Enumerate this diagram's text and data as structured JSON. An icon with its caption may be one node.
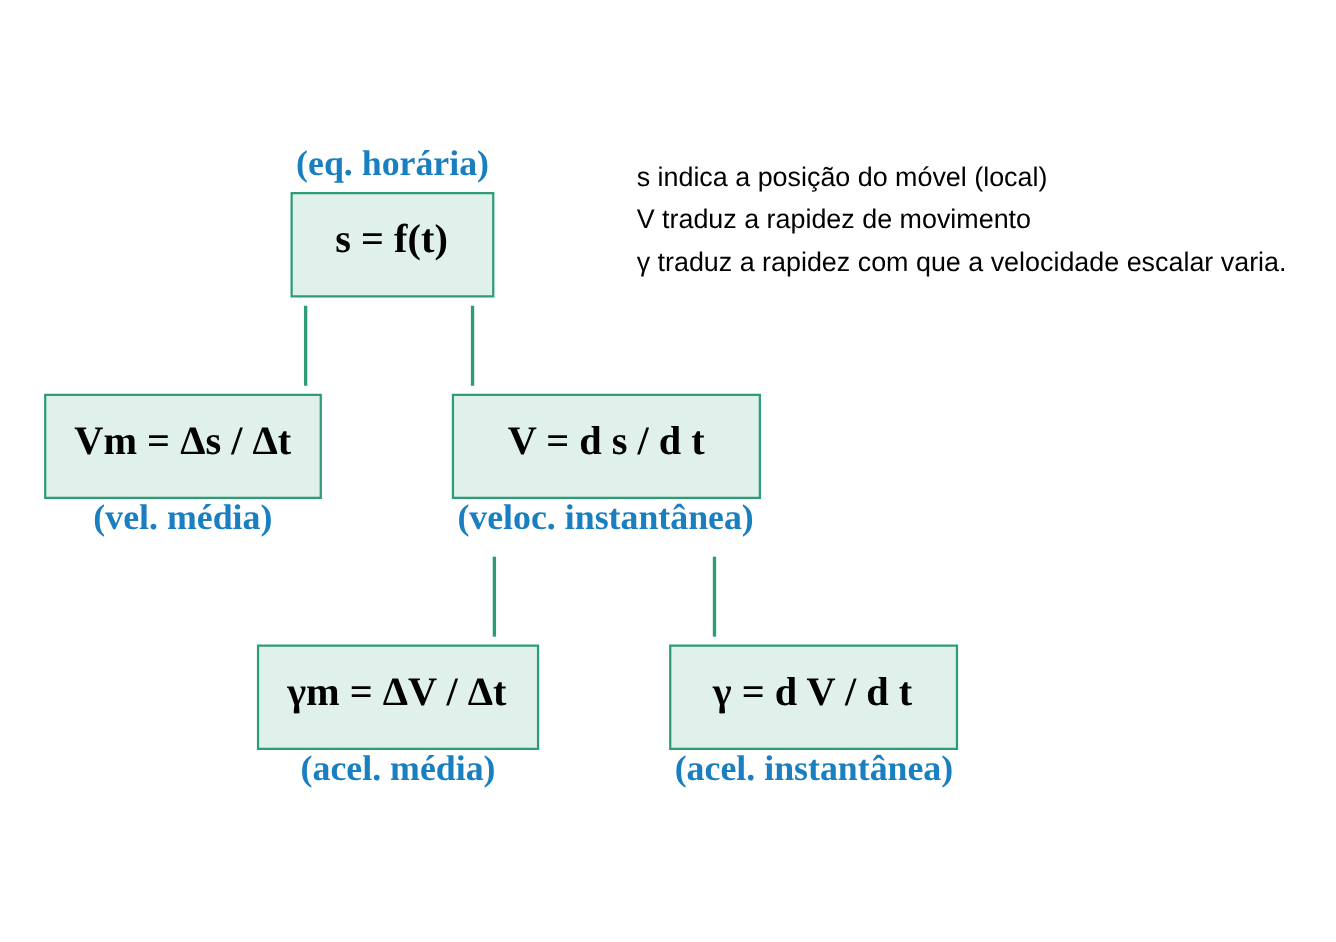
{
  "diagram": {
    "nodes": [
      {
        "text": [
          "(eq. horária)",
          "s = f(t)"
        ]
      },
      {
        "text": [
          "Vm = Δs / Δt",
          "(vel. média)"
        ]
      },
      {
        "text": [
          "V = d s / d t",
          "(veloc. instantânea)"
        ]
      },
      {
        "text": [
          "γm = ΔV / Δt",
          "(acel. média)"
        ]
      },
      {
        "text": [
          "γ = d V / d t",
          "(acel. instantânea)"
        ]
      }
    ],
    "edges": [
      {
        "from": 0,
        "to": 1,
        "arrow": "none"
      },
      {
        "from": 0,
        "to": 2,
        "arrow": "none"
      },
      {
        "from": 2,
        "to": 3,
        "arrow": "none"
      },
      {
        "from": 2,
        "to": 4,
        "arrow": "none"
      }
    ],
    "labels": [
      "s indica a posição do móvel (local)",
      "V traduz a rapidez de movimento",
      "γ traduz a rapidez com que a velocidade escalar varia."
    ]
  }
}
